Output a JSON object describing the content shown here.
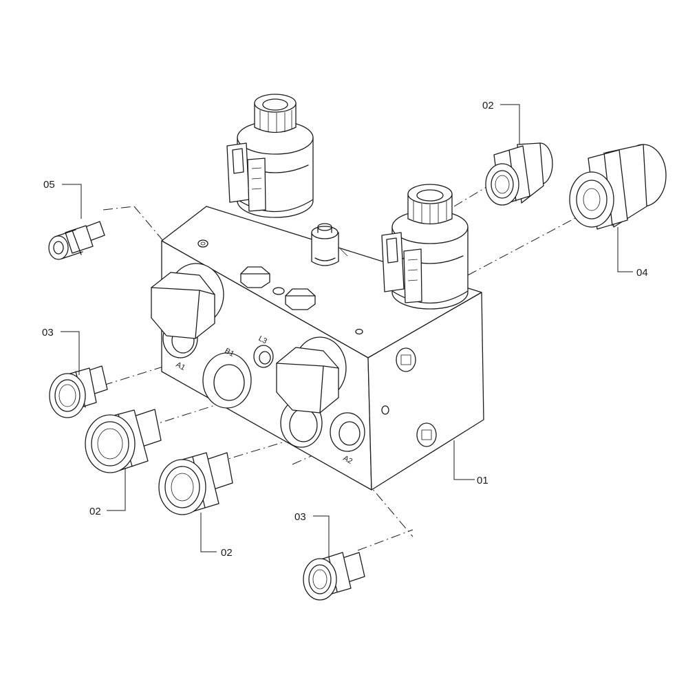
{
  "callouts": {
    "c01": "01",
    "c02_top": "02",
    "c02_left": "02",
    "c02_bottom": "02",
    "c03_left": "03",
    "c03_bottom": "03",
    "c04": "04",
    "c05": "05"
  },
  "port_labels": {
    "a1": "A1",
    "b1": "B1",
    "l3": "L3",
    "a2": "A2"
  },
  "colors": {
    "line": "#1a1a1a",
    "background": "#ffffff"
  }
}
